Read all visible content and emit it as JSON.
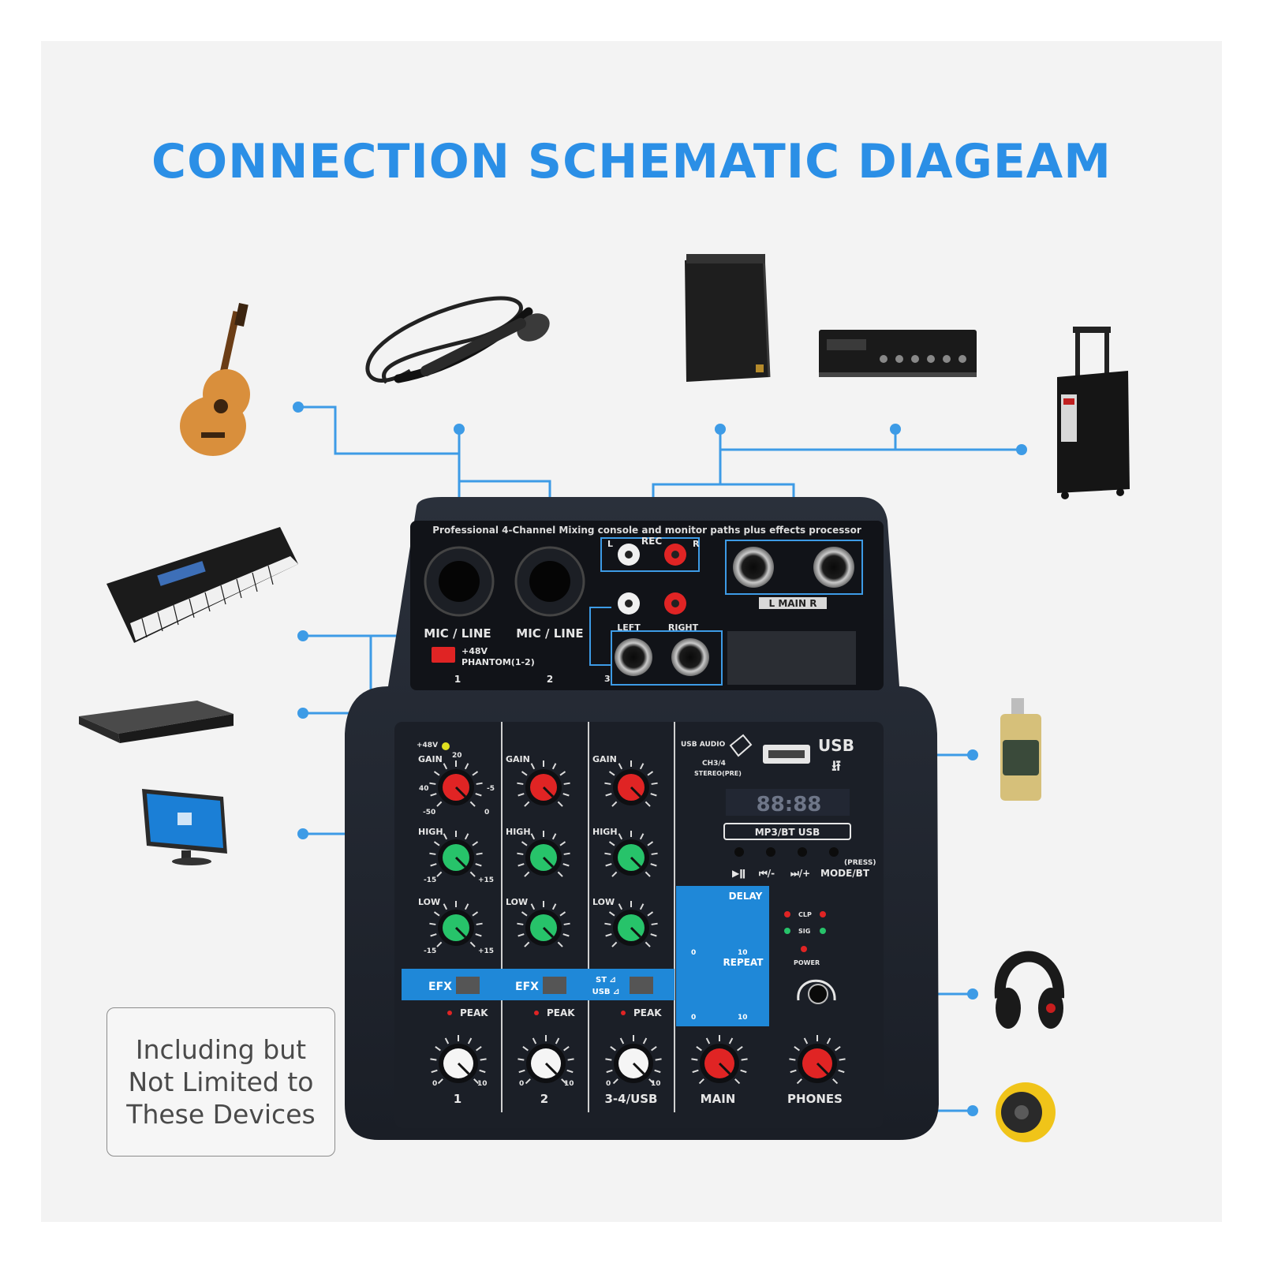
{
  "title": "CONNECTION SCHEMATIC DIAGEAM",
  "note": "Including but\nNot Limited to\nThese Devices",
  "colors": {
    "accent": "#2b8fe6",
    "connector": "#3d9be6",
    "mixer_body": "#222833",
    "knob_red": "#e02424",
    "knob_green": "#27c36a",
    "knob_yellow": "#f2e21e",
    "effects_panel": "#1f88d8"
  },
  "mixer": {
    "header": "Professional 4-Channel Mixing console and monitor paths plus effects processor",
    "inputs": [
      {
        "label": "MIC / LINE",
        "number": "1"
      },
      {
        "label": "MIC / LINE",
        "number": "2"
      }
    ],
    "phantom": {
      "voltage": "+48V",
      "label": "PHANTOM(1-2)"
    },
    "rec": {
      "label": "REC",
      "left": "L",
      "right": "R"
    },
    "left_label": "LEFT",
    "right_label": "RIGHT",
    "ch34": "3",
    "main_out": "L MAIN R",
    "usb": {
      "label": "USB",
      "usb_audio": "USB AUDIO",
      "route": "CH3/4",
      "route_sub": "STEREO(PRE)",
      "display": "88:88",
      "player": "MP3/BT USB",
      "press": "(PRESS)",
      "buttons": [
        "▶ǁ",
        "⏮/-",
        "⏭/+",
        "MODE/BT"
      ]
    },
    "knobs": {
      "gain": "GAIN",
      "high": "HIGH",
      "low": "LOW",
      "gain_ticks": [
        "20",
        "40",
        "-5",
        "-50",
        "0"
      ],
      "eq_ticks": [
        "-15",
        "+15"
      ],
      "phantom_led": "+48V"
    },
    "efx": "EFX",
    "st_usb": [
      "ST ⊿",
      "USB ⊿"
    ],
    "peak": "PEAK",
    "effects": {
      "delay": "DELAY",
      "repeat": "REPEAT",
      "min": "0",
      "max": "10"
    },
    "leds": {
      "clip": "CLP",
      "sig": "SIG",
      "power": "POWER"
    },
    "fader_ticks": {
      "min": "0",
      "max": "10"
    },
    "bottom_labels": [
      "1",
      "2",
      "3-4/USB",
      "MAIN",
      "PHONES"
    ]
  },
  "devices": {
    "guitar": "guitar",
    "microphone": "microphone",
    "speaker": "speaker",
    "amplifier": "amplifier",
    "trolley_speaker": "trolley-speaker",
    "keyboard": "keyboard",
    "dvd_player": "dvd-player",
    "computer": "computer",
    "usb_drive": "usb-drive",
    "headphones": "headphones",
    "bluetooth_speaker": "bluetooth-speaker"
  }
}
